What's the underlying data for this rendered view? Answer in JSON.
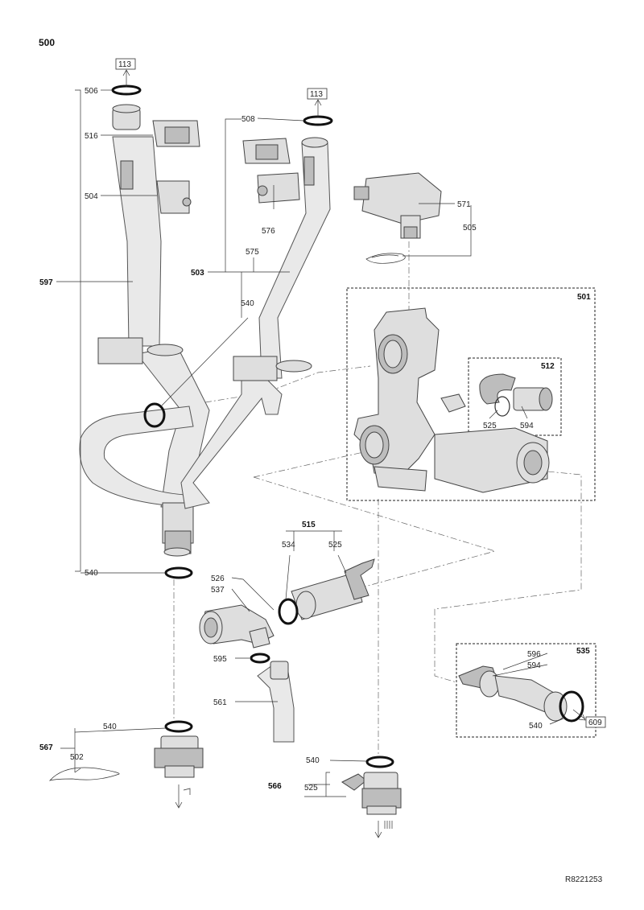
{
  "page_number": "500",
  "footer_code": "R8221253",
  "groups": {
    "g597": "597",
    "g503": "503",
    "g501": "501",
    "g512": "512",
    "g515": "515",
    "g535": "535",
    "g567": "567",
    "g566": "566"
  },
  "refs": {
    "r113a": "113",
    "r113b": "113",
    "r609": "609"
  },
  "labels": {
    "l506": "506",
    "l516": "516",
    "l504": "504",
    "l508": "508",
    "l576": "576",
    "l575": "575",
    "l540a": "540",
    "l571": "571",
    "l505": "505",
    "l525a": "525",
    "l594a": "594",
    "l534": "534",
    "l525b": "525",
    "l540b": "540",
    "l526": "526",
    "l537": "537",
    "l595": "595",
    "l561": "561",
    "l596": "596",
    "l594b": "594",
    "l540c": "540",
    "l540d": "540",
    "l502": "502",
    "l540e": "540",
    "l525c": "525"
  }
}
